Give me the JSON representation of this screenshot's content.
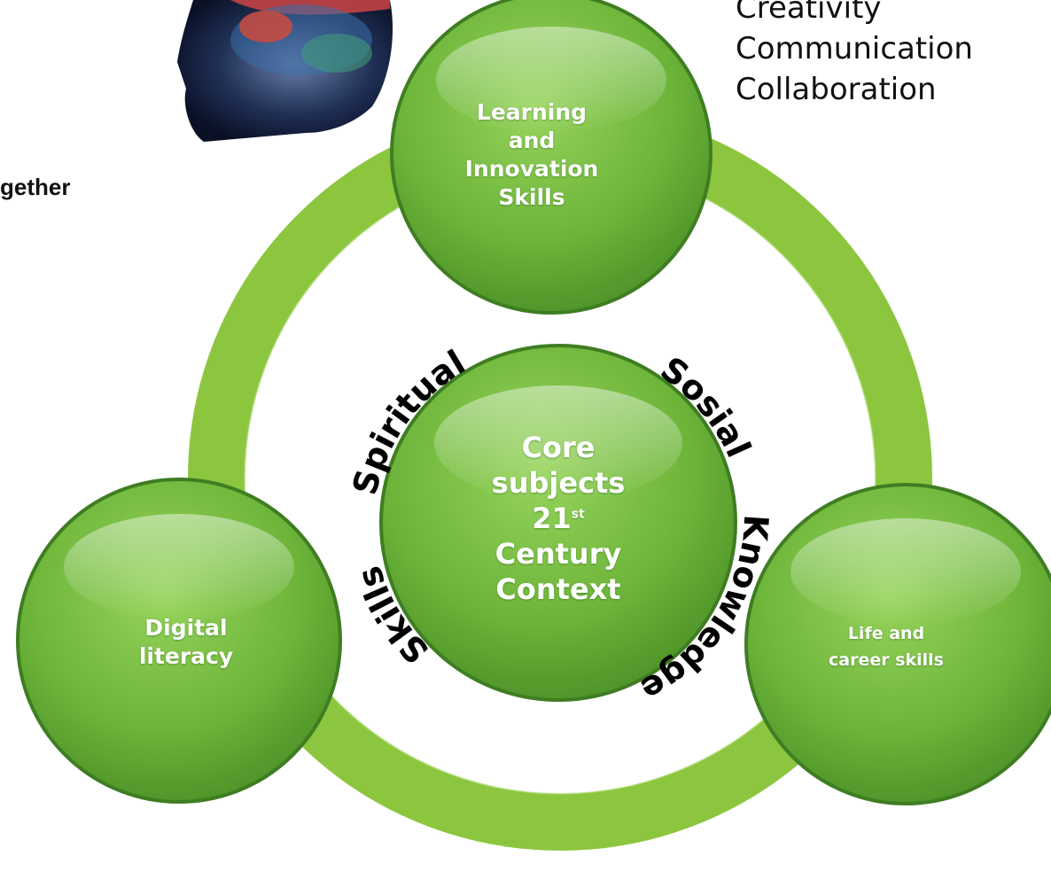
{
  "left_fragment": "gether",
  "skills_list": [
    "Creativity",
    "Communication",
    "Collaboration"
  ],
  "nodes": {
    "top": [
      "Learning",
      "and",
      "Innovation",
      "Skills"
    ],
    "left": [
      "Digital",
      "literacy"
    ],
    "right": [
      "Life and",
      "career skills"
    ],
    "center": {
      "line1": "Core",
      "line2": "subjects",
      "line3_main": "21",
      "line3_sup": "st",
      "line4": "Century",
      "line5": "Context"
    }
  },
  "arc_words": {
    "spiritual": "Spiritual",
    "sosial": "Sosial",
    "knowledge": "Knowledge",
    "skills": "Skills"
  },
  "colors": {
    "ring": "#8cc63f",
    "node_light": "#8fcf55",
    "node_dark": "#4f9a2a",
    "node_border": "#3f7d22"
  },
  "image": {
    "name": "brain-head-illustration"
  }
}
